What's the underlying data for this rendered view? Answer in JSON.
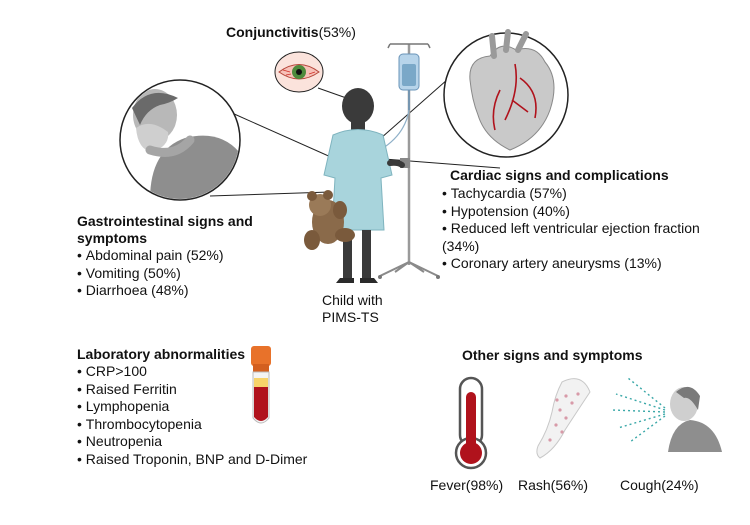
{
  "conjunctivitis": {
    "label": "Conjunctivitis",
    "value": "(53%)"
  },
  "cardiac": {
    "title": "Cardiac signs and complications",
    "items": [
      "Tachycardia (57%)",
      "Hypotension (40%)",
      "Reduced left ventricular ejection fraction",
      "(34%)",
      "Coronary artery aneurysms (13%)"
    ]
  },
  "gi": {
    "title_line1": "Gastrointestinal signs and",
    "title_line2": "symptoms",
    "items": [
      "Abdominal pain (52%)",
      "Vomiting (50%)",
      "Diarrhoea (48%)"
    ]
  },
  "child": {
    "line1": "Child with",
    "line2": "PIMS-TS"
  },
  "lab": {
    "title": "Laboratory abnormalities",
    "items": [
      "CRP>100",
      "Raised Ferritin",
      "Lymphopenia",
      "Thrombocytopenia",
      "Neutropenia",
      "Raised Troponin, BNP and D-Dimer"
    ]
  },
  "other": {
    "title": "Other signs and symptoms",
    "fever": "Fever(98%)",
    "rash": "Rash(56%)",
    "cough": "Cough(24%)"
  },
  "colors": {
    "gown": "#a8d4dc",
    "skin": "#3a3a3a",
    "blood": "#b0121c",
    "tube_cap": "#e8722a",
    "iv": "#7aa8c8",
    "dots": "#3aa8a8",
    "teddy": "#8a6a4a"
  }
}
